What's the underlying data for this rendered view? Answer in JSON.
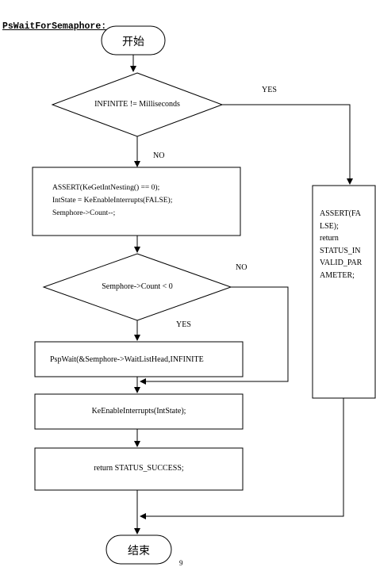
{
  "title": "PsWaitForSemaphore:",
  "start_label": "开始",
  "end_label": "结束",
  "decision1": {
    "text": "INFINITE != Milliseconds",
    "yes_label": "YES",
    "no_label": "NO"
  },
  "process1": {
    "lines": [
      "ASSERT(KeGetIntNesting() == 0);",
      "IntState = KeEnableInterrupts(FALSE);",
      "Semphore->Count--;"
    ]
  },
  "decision2": {
    "text": "Semphore->Count < 0",
    "yes_label": "YES",
    "no_label": "NO"
  },
  "process2": {
    "text": "PspWait(&Semphore->WaitListHead,INFINITE"
  },
  "process3": {
    "text": "KeEnableInterrupts(IntState);"
  },
  "process4": {
    "text": "return STATUS_SUCCESS;"
  },
  "side_process": {
    "lines": [
      "ASSERT(FA",
      "LSE);",
      "return",
      "STATUS_IN",
      "VALID_PAR",
      "AMETER;"
    ]
  },
  "page_number": "9"
}
